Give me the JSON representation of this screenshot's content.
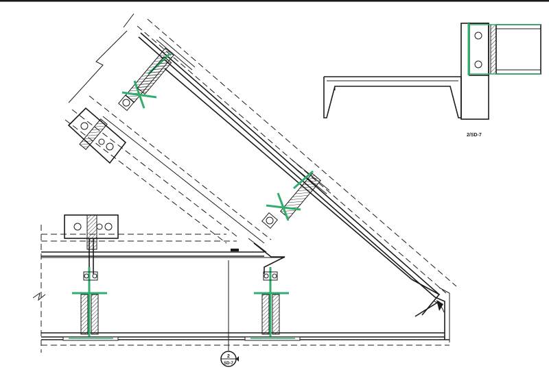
{
  "detail_reference": "2/SD-7",
  "section_marker": {
    "number": "2",
    "sheet": "SD-7"
  },
  "colors": {
    "line": "#1a1a1a",
    "clip": "#2fae6e",
    "background": "#ffffff"
  }
}
